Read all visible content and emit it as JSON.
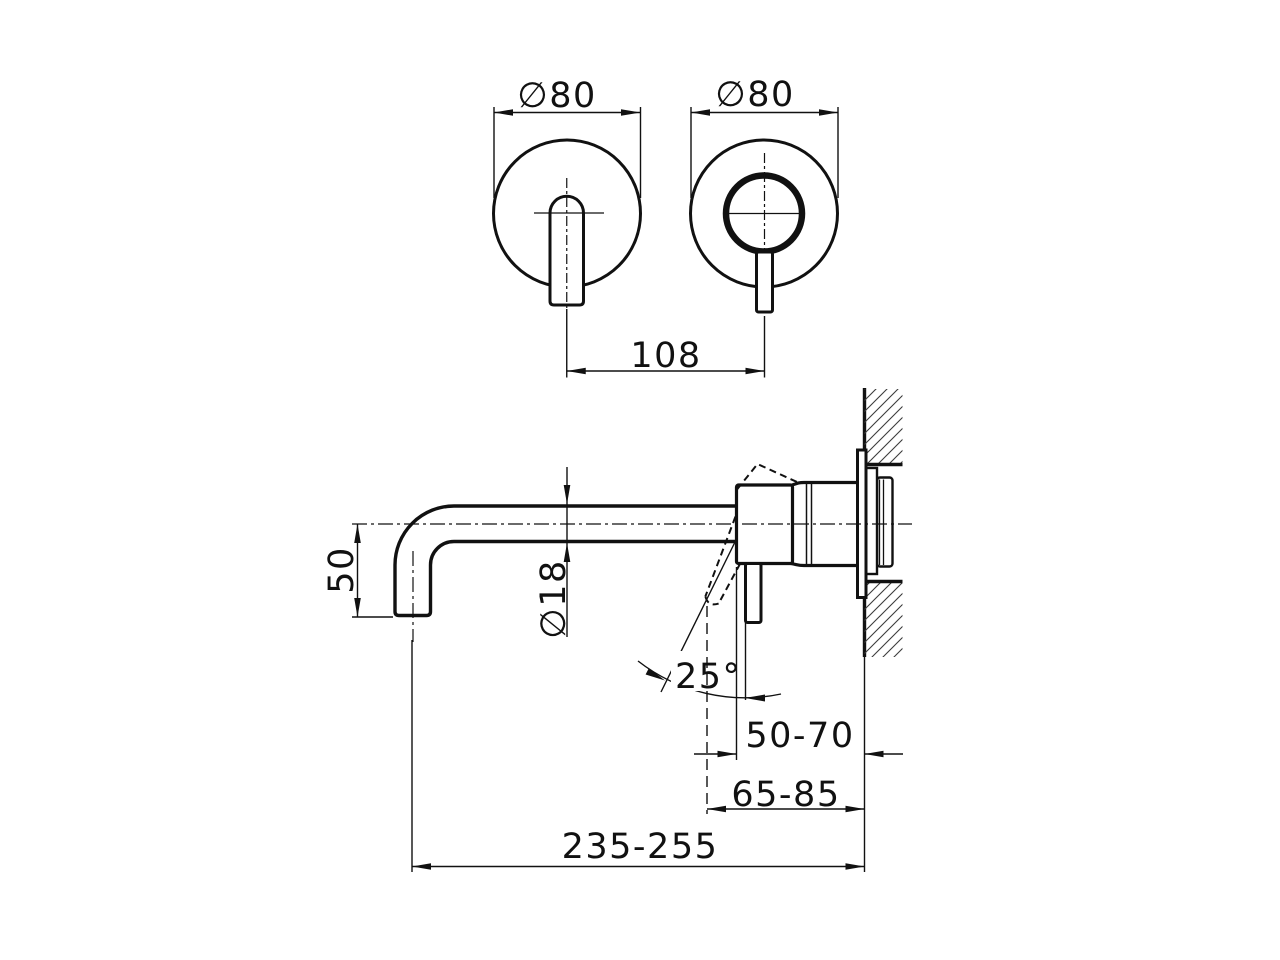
{
  "colors": {
    "background": "#ffffff",
    "line": "#111111",
    "hatch": "#3c3c3c"
  },
  "symbols": {
    "diameter": "∅",
    "degree": "°"
  },
  "front_view": {
    "left_plate_diameter": "80",
    "right_plate_diameter": "80",
    "center_spacing": "108"
  },
  "side_view": {
    "spout_drop_height": "50",
    "spout_tube_diameter": "18",
    "handle_swing_angle": "25",
    "body_to_wall_range": "50-70",
    "handle_to_wall_range": "65-85",
    "spout_reach_range": "235-255"
  }
}
